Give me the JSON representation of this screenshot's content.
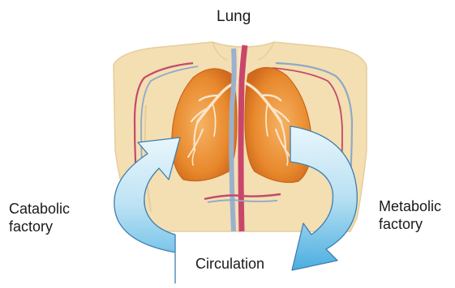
{
  "title": "Lung",
  "left_label": {
    "line1": "Catabolic",
    "line2": "factory"
  },
  "right_label": {
    "line1": "Metabolic",
    "line2": "factory"
  },
  "bottom_label": "Circulation",
  "colors": {
    "skin": "#f3dfb2",
    "skin_outline": "#e3c894",
    "lung": "#e88a2b",
    "lung_dark": "#d2681a",
    "airway": "#fbe3c4",
    "vein": "#8fa8c8",
    "artery": "#c34a6a",
    "arrow_fill_top": "#e6f5fc",
    "arrow_fill_bottom": "#5ab8e6",
    "arrow_stroke": "#3c7fb0"
  },
  "icons": [
    "torso-illustration",
    "lung-illustration",
    "circulation-arrow-left",
    "circulation-arrow-right"
  ]
}
